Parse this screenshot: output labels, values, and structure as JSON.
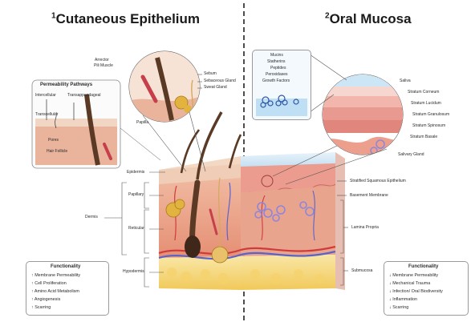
{
  "titles": {
    "left": {
      "num": "1",
      "text": "Cutaneous Epithelium"
    },
    "right": {
      "num": "2",
      "text": "Oral Mucosa"
    }
  },
  "skin_labels": {
    "arrector": "Arrector",
    "pili_muscle": "Pili Muscle",
    "sebum": "Sebum",
    "sebaceous_gland": "Sebaceous Gland",
    "sweat_gland": "Sweat Gland",
    "papilla": "Papilla",
    "epidermis": "Epidermis",
    "dermis": "Dermis",
    "papillary": "Papillary",
    "reticular": "Reticular",
    "hypodermis": "Hypodermis"
  },
  "permeability": {
    "title": "Permeability Pathways",
    "intercellular": "Intercellular",
    "transappendageal": "Transappendageal",
    "transcellular": "Transcellular",
    "pores": "Pores",
    "hair_follicle": "Hair Follicle"
  },
  "skin_functionality": {
    "title": "Functionality",
    "items": [
      "↑ Membrane Permeability",
      "↑ Cell Proliferation",
      "↑ Amino Acid Metabolism",
      "↑ Angiogenesis",
      "↑ Scarring"
    ]
  },
  "oral_saliva_box": [
    "Mucins",
    "Statherins",
    "Peptides",
    "Peroxidases",
    "Growth Factors"
  ],
  "oral_labels": {
    "saliva": "Saliva",
    "stratum_corneum": "Stratum Corneum",
    "stratum_lucidum": "Stratum Lucidum",
    "stratum_granulosum": "Stratum Granulosum",
    "stratum_spinosum": "Stratum Spinosum",
    "stratum_basale": "Stratum Basale",
    "salivary_gland": "Salivary Gland",
    "stratified_epithelium": "Stratified Squamous Epithelium",
    "basement_membrane": "Basement Membrane",
    "lamina_propria": "Lamina Propria",
    "submucosa": "Submucosa"
  },
  "oral_functionality": {
    "title": "Functionality",
    "items": [
      "↓ Membrane Permeability",
      "↓ Mechanical Trauma",
      "↓ Infection/ Oral Biodiversity",
      "↓ Inflammation",
      "↓ Scarring"
    ]
  },
  "colors": {
    "divider": "#222222",
    "skin_surface": "#f3d9c4",
    "dermis": "#e9a98c",
    "hypodermis": "#f6df91",
    "mucosa_surface": "#dfeef8",
    "mucosa_epithelium": "#e9948c",
    "hair": "#5a3a25",
    "vessel_red": "#cf3b3b",
    "vessel_blue": "#5b63c7"
  }
}
